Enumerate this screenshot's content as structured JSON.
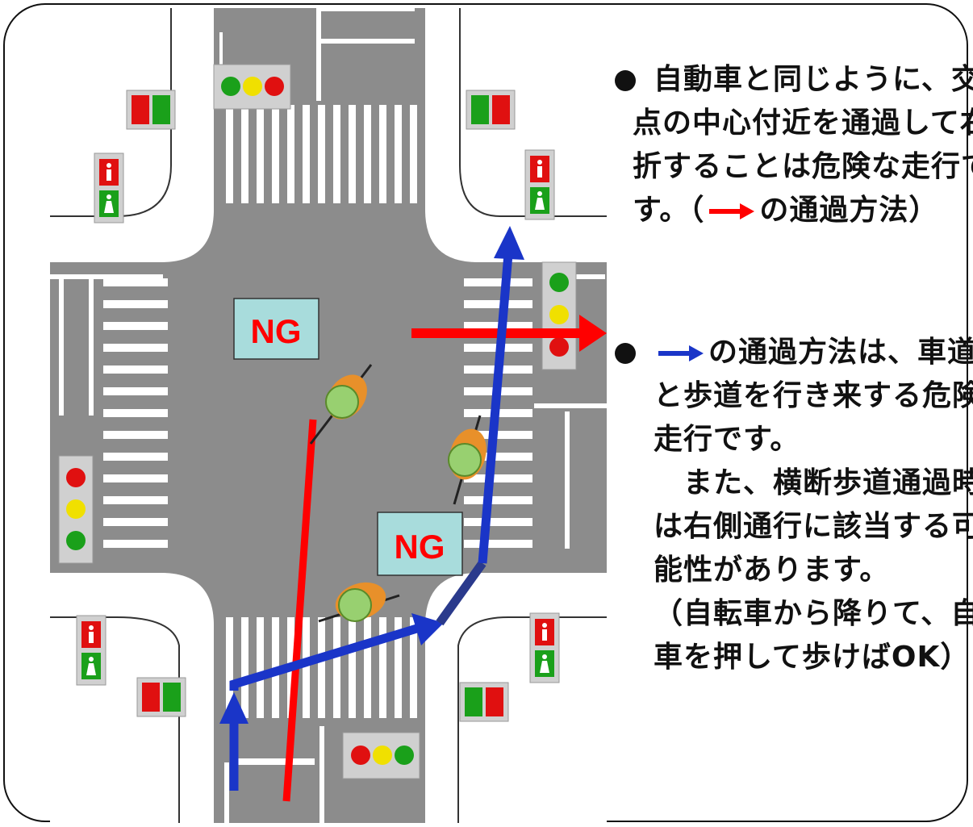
{
  "signs": {
    "ng_top": "NG",
    "ng_bottom": "NG"
  },
  "text_block_1": {
    "line1": "自動車と同じように、交差",
    "line2": "点の中心付近を通過して右",
    "line3": "折することは危険な走行で",
    "line4_pre": "す。（",
    "line4_post": "の通過方法）",
    "arrow_color": "#ff0000"
  },
  "text_block_2": {
    "line1_post": "の通過方法は、車道",
    "line2": "と歩道を行き来する危険な",
    "line3": "走行です。",
    "line4": "　また、横断歩道通過時",
    "line5": "は右側通行に該当する可",
    "line6": "能性があります。",
    "line7": "（自転車から降りて、自転",
    "line8": "車を押して歩けばOK）",
    "arrow_color": "#1a35c8"
  },
  "colors": {
    "road": "#8c8c8c",
    "sidewalk": "#ffffff",
    "route_red": "#ff0000",
    "route_blue": "#1a35c8",
    "route_navy": "#2a3a8c",
    "sign_bg": "#a8dcdc",
    "ng_text": "#ff0000"
  }
}
